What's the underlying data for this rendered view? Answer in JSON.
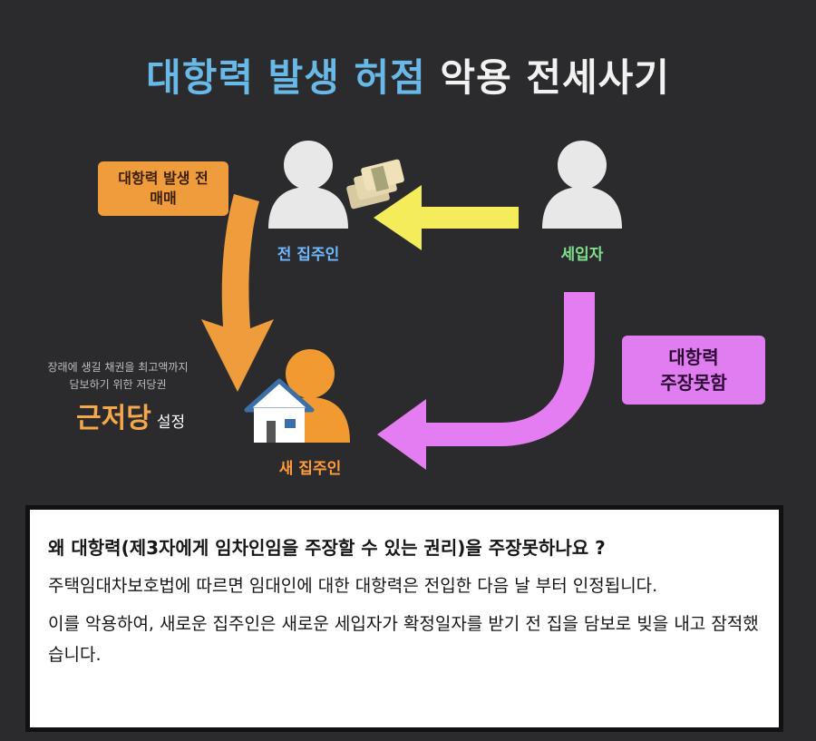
{
  "title": {
    "highlight": "대항력 발생 허점",
    "rest": " 악용 전세사기"
  },
  "persons": {
    "old_landlord": "전 집주인",
    "tenant": "세입자",
    "new_landlord": "새 집주인"
  },
  "badges": {
    "sale_line1": "대항력 발생 전",
    "sale_line2": "매매",
    "no_claim_line1": "대항력",
    "no_claim_line2": "주장못함"
  },
  "mortgage_note": {
    "line1": "장래에 생길 채권을 최고액까지",
    "line2": "담보하기 위한 저당권",
    "big": "근저당",
    "suffix": "설정"
  },
  "explanation": {
    "question": "왜 대항력(제3자에게 임차인임을 주장할 수 있는 권리)을 주장못하나요 ?",
    "paragraph1": "주택임대차보호법에 따르면 임대인에 대한 대항력은 전입한 다음 날 부터 인정됩니다.",
    "paragraph2": "이를 악용하여, 새로운 집주인은 새로운 세입자가 확정일자를 받기 전 집을 담보로 빚을 내고 잠적했습니다."
  },
  "colors": {
    "background": "#2b2b2d",
    "title_highlight": "#68b8e8",
    "arrow_yellow": "#f4ec5a",
    "arrow_orange": "#ef9d3c",
    "arrow_purple": "#e47df2",
    "old_landlord_label": "#6fb8ff",
    "tenant_label": "#7fe08c",
    "new_landlord_label": "#ff9b3a"
  },
  "icons": [
    "person-icon",
    "money-stack-icon",
    "house-icon"
  ]
}
